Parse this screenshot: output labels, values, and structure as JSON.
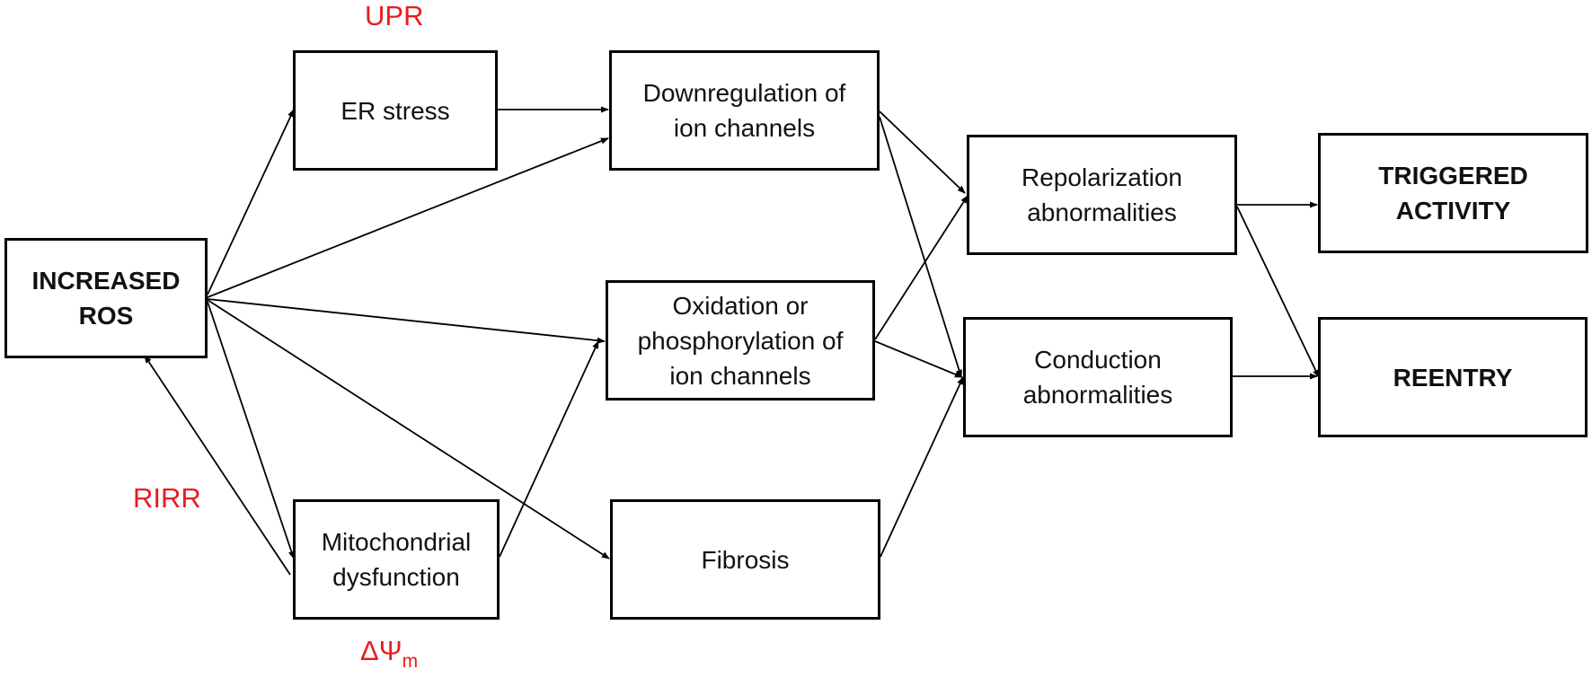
{
  "nodes": {
    "increased_ros": "INCREASED\nROS",
    "er_stress": "ER stress",
    "mito": "Mitochondrial\ndysfunction",
    "downreg": "Downregulation of\nion channels",
    "oxid": "Oxidation or\nphosphorylation of\nion channels",
    "fibrosis": "Fibrosis",
    "repol": "Repolarization\nabnormalities",
    "cond": "Conduction\nabnormalities",
    "triggered": "TRIGGERED\nACTIVITY",
    "reentry": "REENTRY"
  },
  "labels": {
    "upr": "UPR",
    "rirr": "RIRR",
    "delta_psi": "ΔΨ",
    "delta_psi_sub": "m"
  },
  "colors": {
    "accent_red": "#e81c1c",
    "stroke": "#000000"
  }
}
